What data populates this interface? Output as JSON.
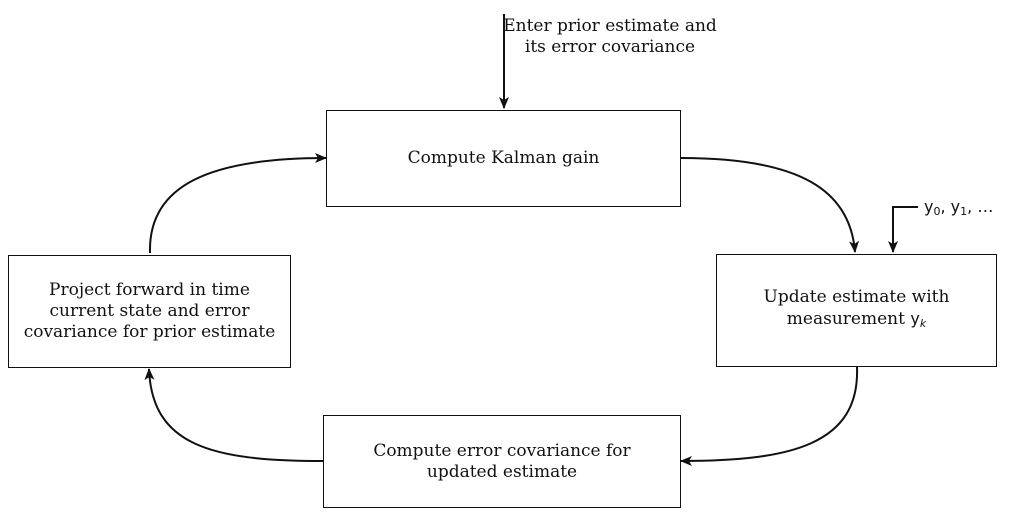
{
  "input_label": {
    "line1": "Enter prior estimate and",
    "line2": "its error covariance"
  },
  "boxes": {
    "kalman_gain": {
      "lines": [
        "Compute Kalman gain"
      ]
    },
    "update": {
      "lines": [
        "Update estimate with",
        "measurement"
      ],
      "symbol": "y",
      "subscript": "k"
    },
    "error_covariance": {
      "lines": [
        "Compute error covariance for",
        "updated estimate"
      ]
    },
    "project": {
      "lines": [
        "Project forward in time",
        "current state and error",
        "covariance for prior estimate"
      ]
    }
  },
  "measurements": {
    "symbol": "y",
    "sub0": "0",
    "sub1": "1",
    "separator": ",",
    "ellipsis": "…"
  }
}
